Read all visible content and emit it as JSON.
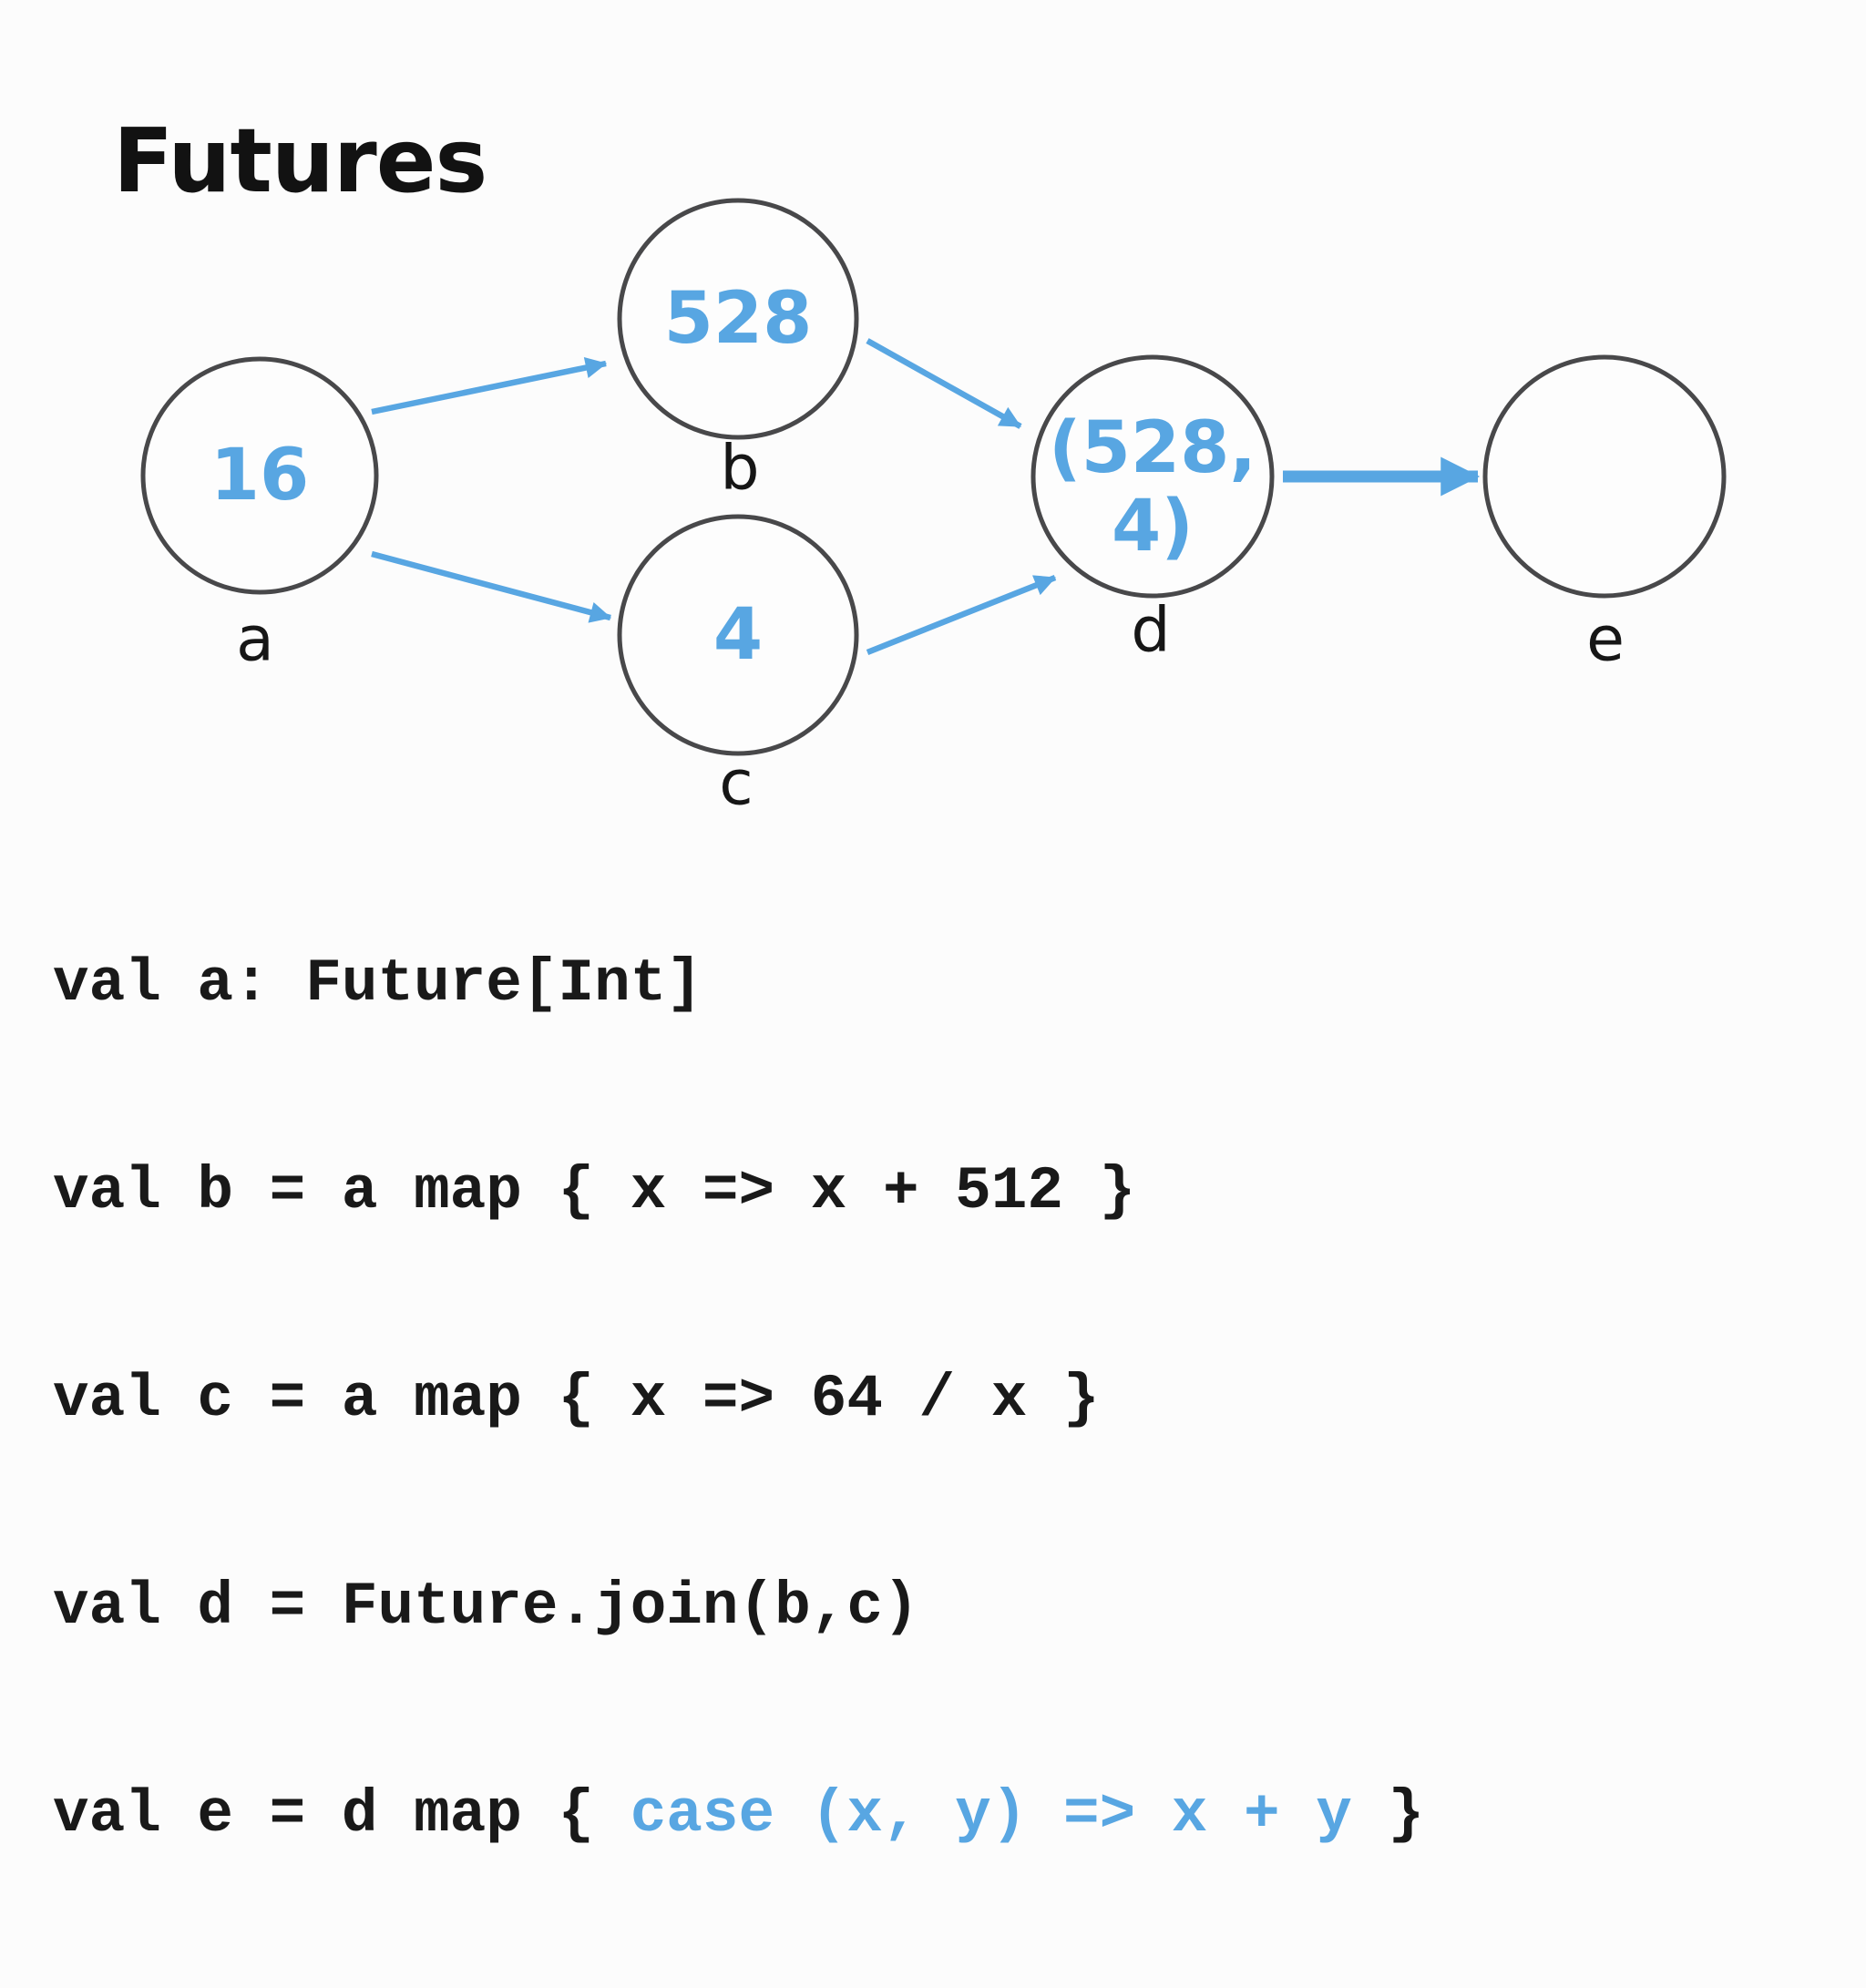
{
  "colors": {
    "accent-blue": "#58A6E2",
    "ink": "#1a1a1a",
    "circle-stroke": "#48484a",
    "bg": "#FCFCFC"
  },
  "title": "Futures",
  "diagram": {
    "nodes": {
      "a": {
        "label": "a",
        "value": "16"
      },
      "b": {
        "label": "b",
        "value": "528"
      },
      "c": {
        "label": "c",
        "value": "4"
      },
      "d": {
        "label": "d",
        "value_lines": [
          "(528,",
          "4)"
        ]
      },
      "e": {
        "label": "e",
        "value": ""
      }
    },
    "edges": [
      {
        "from": "a",
        "to": "b"
      },
      {
        "from": "a",
        "to": "c"
      },
      {
        "from": "b",
        "to": "d"
      },
      {
        "from": "c",
        "to": "d"
      },
      {
        "from": "d",
        "to": "e"
      }
    ]
  },
  "code": {
    "lines": [
      {
        "segments": [
          {
            "text": "val a: Future[Int]"
          }
        ]
      },
      {
        "segments": [
          {
            "text": "val b = a map { x => x + 512 }"
          }
        ]
      },
      {
        "segments": [
          {
            "text": "val c = a map { x => 64 / x }"
          }
        ]
      },
      {
        "segments": [
          {
            "text": "val d = Future.join(b,c)"
          }
        ]
      },
      {
        "segments": [
          {
            "text": "val e = d map { "
          },
          {
            "text": "case (x, y) => x + y",
            "highlight": true
          },
          {
            "text": " }"
          }
        ]
      }
    ]
  }
}
